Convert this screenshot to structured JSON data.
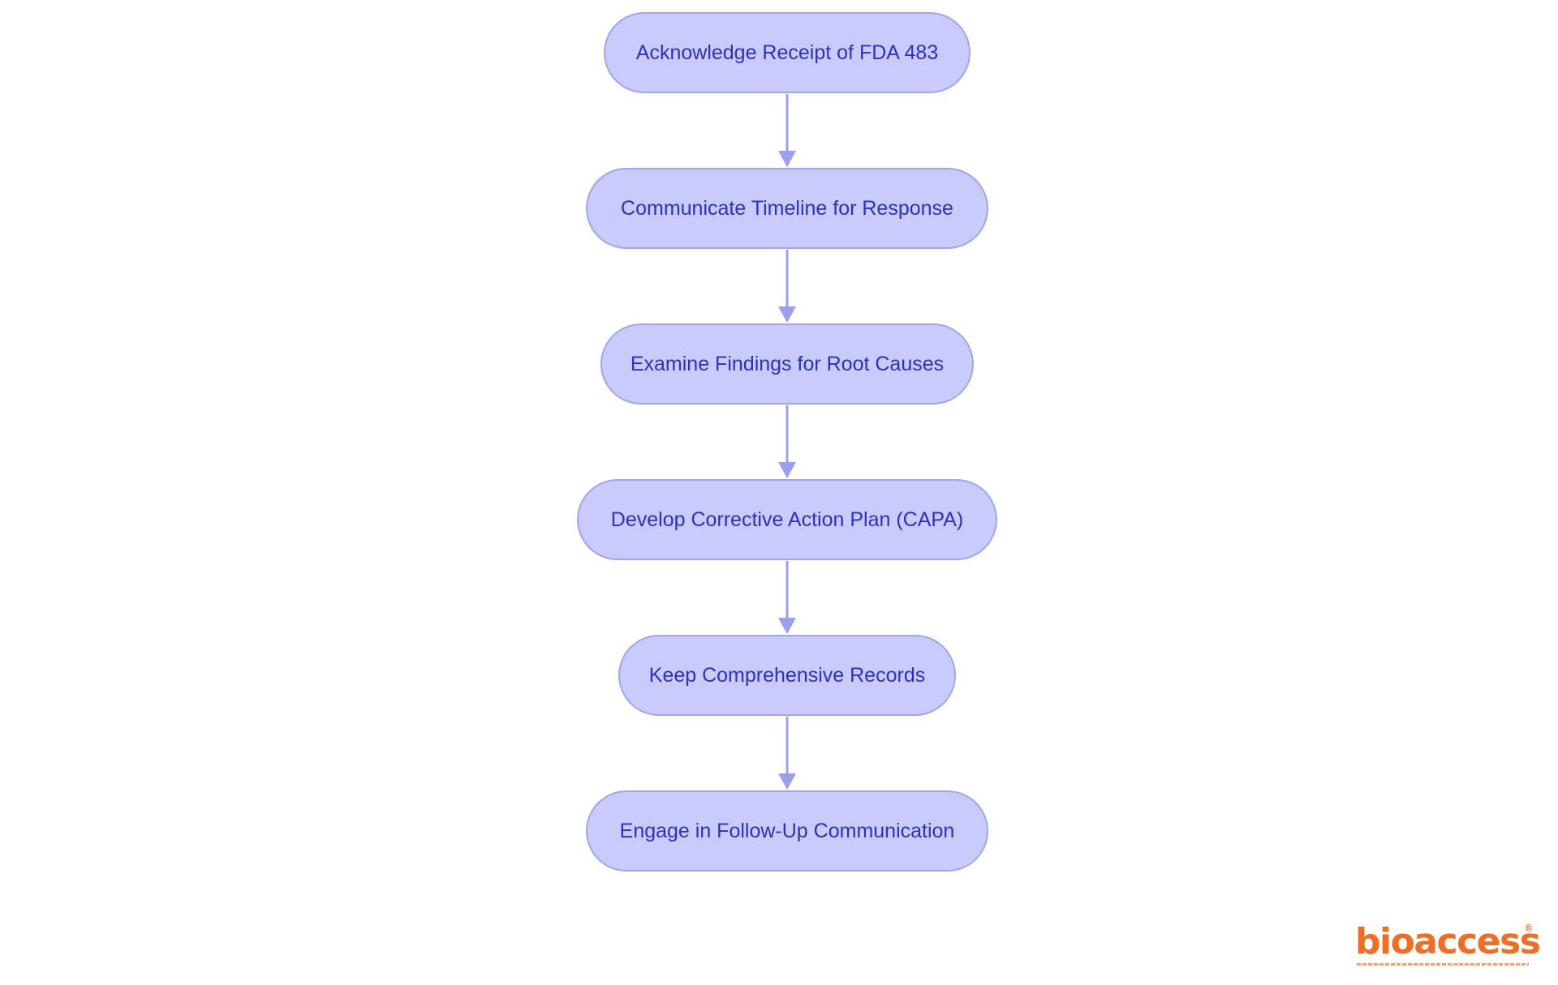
{
  "diagram": {
    "type": "flowchart",
    "direction": "top-to-bottom",
    "colors": {
      "node_fill": "#c8cbfc",
      "node_border": "#a0a5f0",
      "node_text": "#2f2fc8",
      "arrow": "#9aa0ee"
    },
    "nodes": [
      {
        "id": "step1",
        "label": "Acknowledge Receipt of FDA 483"
      },
      {
        "id": "step2",
        "label": "Communicate Timeline for Response"
      },
      {
        "id": "step3",
        "label": "Examine Findings for Root Causes"
      },
      {
        "id": "step4",
        "label": "Develop Corrective Action Plan (CAPA)"
      },
      {
        "id": "step5",
        "label": "Keep Comprehensive Records"
      },
      {
        "id": "step6",
        "label": "Engage in Follow-Up Communication"
      }
    ],
    "edges": [
      {
        "from": "step1",
        "to": "step2"
      },
      {
        "from": "step2",
        "to": "step3"
      },
      {
        "from": "step3",
        "to": "step4"
      },
      {
        "from": "step4",
        "to": "step5"
      },
      {
        "from": "step5",
        "to": "step6"
      }
    ]
  },
  "logo": {
    "text": "bioaccess",
    "mark": "®",
    "color": "#f26c22"
  }
}
